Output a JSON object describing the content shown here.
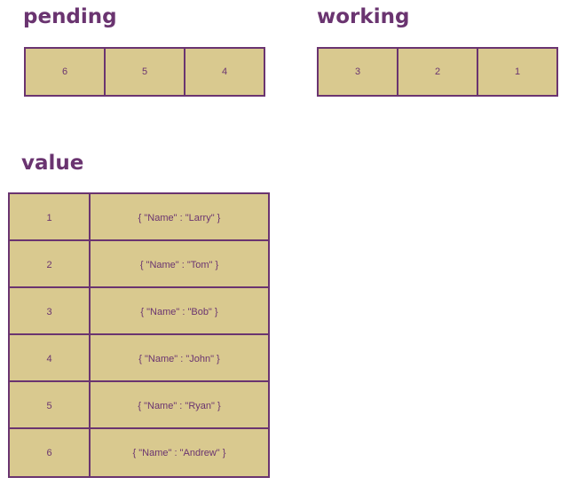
{
  "pending": {
    "title": "pending",
    "items": [
      "6",
      "5",
      "4"
    ]
  },
  "working": {
    "title": "working",
    "items": [
      "3",
      "2",
      "1"
    ]
  },
  "value": {
    "title": "value",
    "rows": [
      {
        "key": "1",
        "val": "{ \"Name\" : \"Larry\" }"
      },
      {
        "key": "2",
        "val": "{ \"Name\" : \"Tom\" }"
      },
      {
        "key": "3",
        "val": "{ \"Name\" : \"Bob\" }"
      },
      {
        "key": "4",
        "val": "{ \"Name\" : \"John\" }"
      },
      {
        "key": "5",
        "val": "{ \"Name\" : \"Ryan\" }"
      },
      {
        "key": "6",
        "val": "{ \"Name\" : \"Andrew\" }"
      }
    ]
  },
  "colors": {
    "accent": "#6a3470",
    "cell_fill": "#d9c98f"
  }
}
